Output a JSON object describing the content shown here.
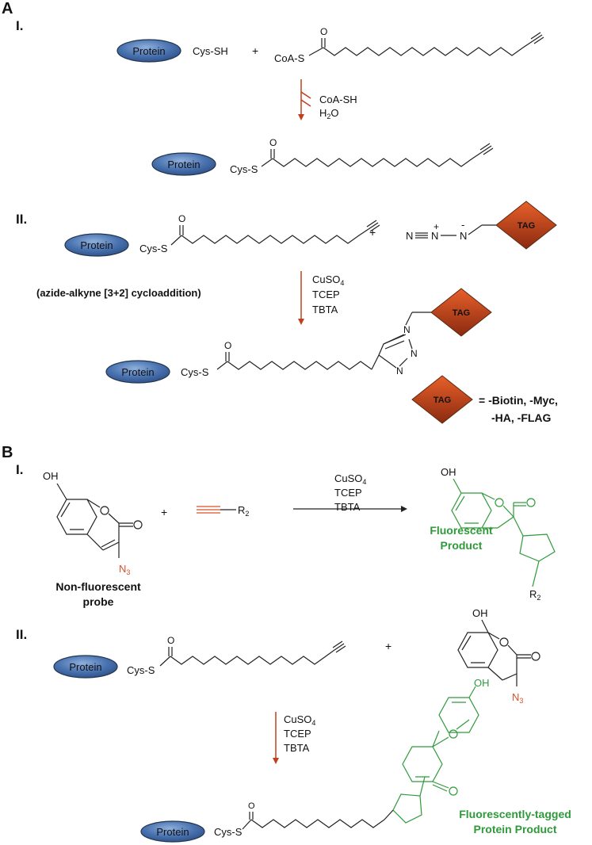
{
  "panel_a": {
    "label": "A",
    "step1": {
      "label": "I.",
      "protein": "Protein",
      "cys_sh": "Cys-SH",
      "plus": "+",
      "coa_s": "CoA-S",
      "byproduct_1": "CoA-SH",
      "byproduct_2_main": "H",
      "byproduct_2_sub": "2",
      "byproduct_2_end": "O",
      "product_protein": "Protein",
      "product_cys": "Cys-S"
    },
    "step2": {
      "label": "II.",
      "protein": "Protein",
      "cys_s": "Cys-S",
      "plus": "+",
      "azide_n1": "N",
      "azide_n2": "N",
      "azide_n3": "N",
      "charge_plus": "+",
      "charge_minus": "-",
      "tag": "TAG",
      "reaction_name": "(azide-alkyne [3+2] cycloaddition)",
      "reagent_1_main": "CuSO",
      "reagent_1_sub": "4",
      "reagent_2": "TCEP",
      "reagent_3": "TBTA",
      "product_protein": "Protein",
      "product_cys": "Cys-S",
      "triazole_n1": "N",
      "triazole_n2": "N",
      "triazole_n3": "N",
      "product_tag": "TAG"
    },
    "legend": {
      "tag": "TAG",
      "line1": "= -Biotin, -Myc,",
      "line2": "-HA, -FLAG"
    }
  },
  "panel_b": {
    "label": "B",
    "step1": {
      "label": "I.",
      "oh": "OH",
      "n3_main": "N",
      "n3_sub": "3",
      "probe_line1": "Non-fluorescent",
      "probe_line2": "probe",
      "plus": "+",
      "r_main": "R",
      "r_sub": "2",
      "reagent_1_main": "CuSO",
      "reagent_1_sub": "4",
      "reagent_2": "TCEP",
      "reagent_3": "TBTA",
      "product_oh": "OH",
      "product_line1": "Fluorescent",
      "product_line2": "Product",
      "product_r_main": "R",
      "product_r_sub": "2"
    },
    "step2": {
      "label": "II.",
      "protein": "Protein",
      "cys_s": "Cys-S",
      "plus": "+",
      "oh": "OH",
      "n3_main": "N",
      "n3_sub": "3",
      "reagent_1_main": "CuSO",
      "reagent_1_sub": "4",
      "reagent_2": "TCEP",
      "reagent_3": "TBTA",
      "product_oh": "OH",
      "product_protein": "Protein",
      "product_cys": "Cys-S",
      "product_line1": "Fluorescently-tagged",
      "product_line2": "Protein Product"
    }
  },
  "colors": {
    "protein": "#4a73b0",
    "tag": "#c8401a",
    "arrow": "#c0401e",
    "fluorescent": "#2e9a3a",
    "azide_red": "#d9502a"
  }
}
